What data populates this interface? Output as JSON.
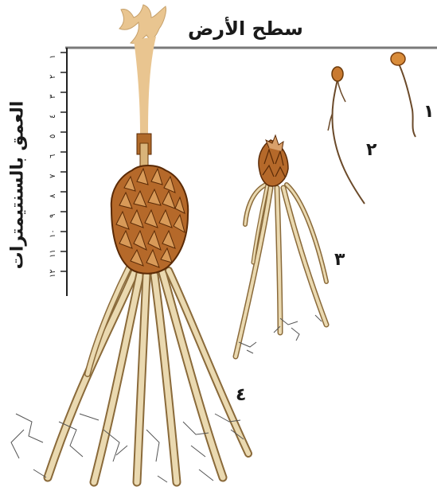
{
  "ground_label": "سطح الأرض",
  "axis_title": "العمق بالسنتيمترات",
  "depth_ticks": [
    "١",
    "٢",
    "٣",
    "٤",
    "٥",
    "٦",
    "٧",
    "٨",
    "٩",
    "١٠",
    "١١",
    "١٢"
  ],
  "stages": [
    {
      "number": "١"
    },
    {
      "number": "٢"
    },
    {
      "number": "٣"
    },
    {
      "number": "٤"
    }
  ],
  "colors": {
    "tan": "#e2c79a",
    "brown": "#8a4a12",
    "dark_brown": "#5a2a06",
    "root_fill": "#ead9b0",
    "flower": "#e9c590"
  }
}
